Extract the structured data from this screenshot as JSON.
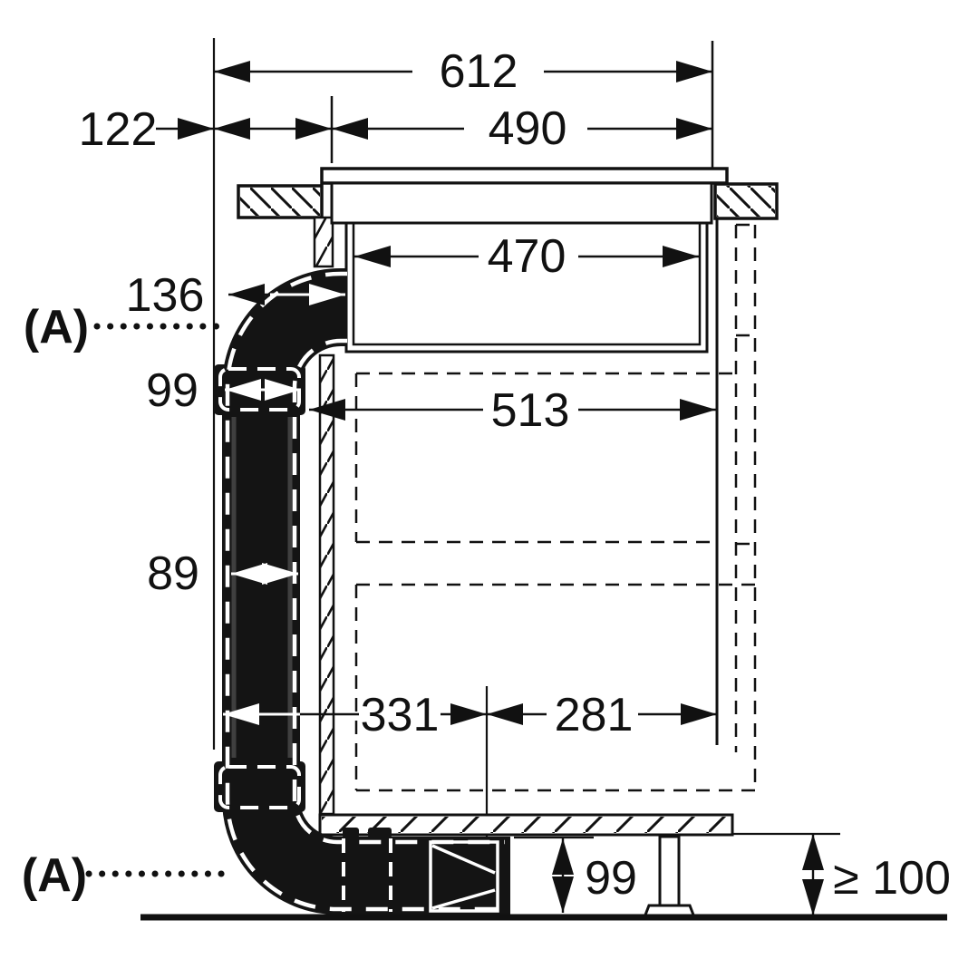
{
  "diagram": {
    "title": "Downdraft hob duct installation side-view drawing",
    "dims": {
      "total_width": "612",
      "hob_width": "490",
      "left_offset": "122",
      "plenum_width": "470",
      "elbow_depth": "136",
      "duct_width_coupling": "99",
      "duct_width": "89",
      "cabinet_clearance": "513",
      "bottom_left_span": "331",
      "bottom_right_span": "281",
      "plinth_height": "99",
      "floor_clearance": "≥ 100"
    },
    "markers": {
      "section_top": "(A)",
      "section_bottom": "(A)"
    },
    "colors": {
      "ink": "#111111",
      "duct_fill": "#141414",
      "background": "#ffffff"
    }
  }
}
